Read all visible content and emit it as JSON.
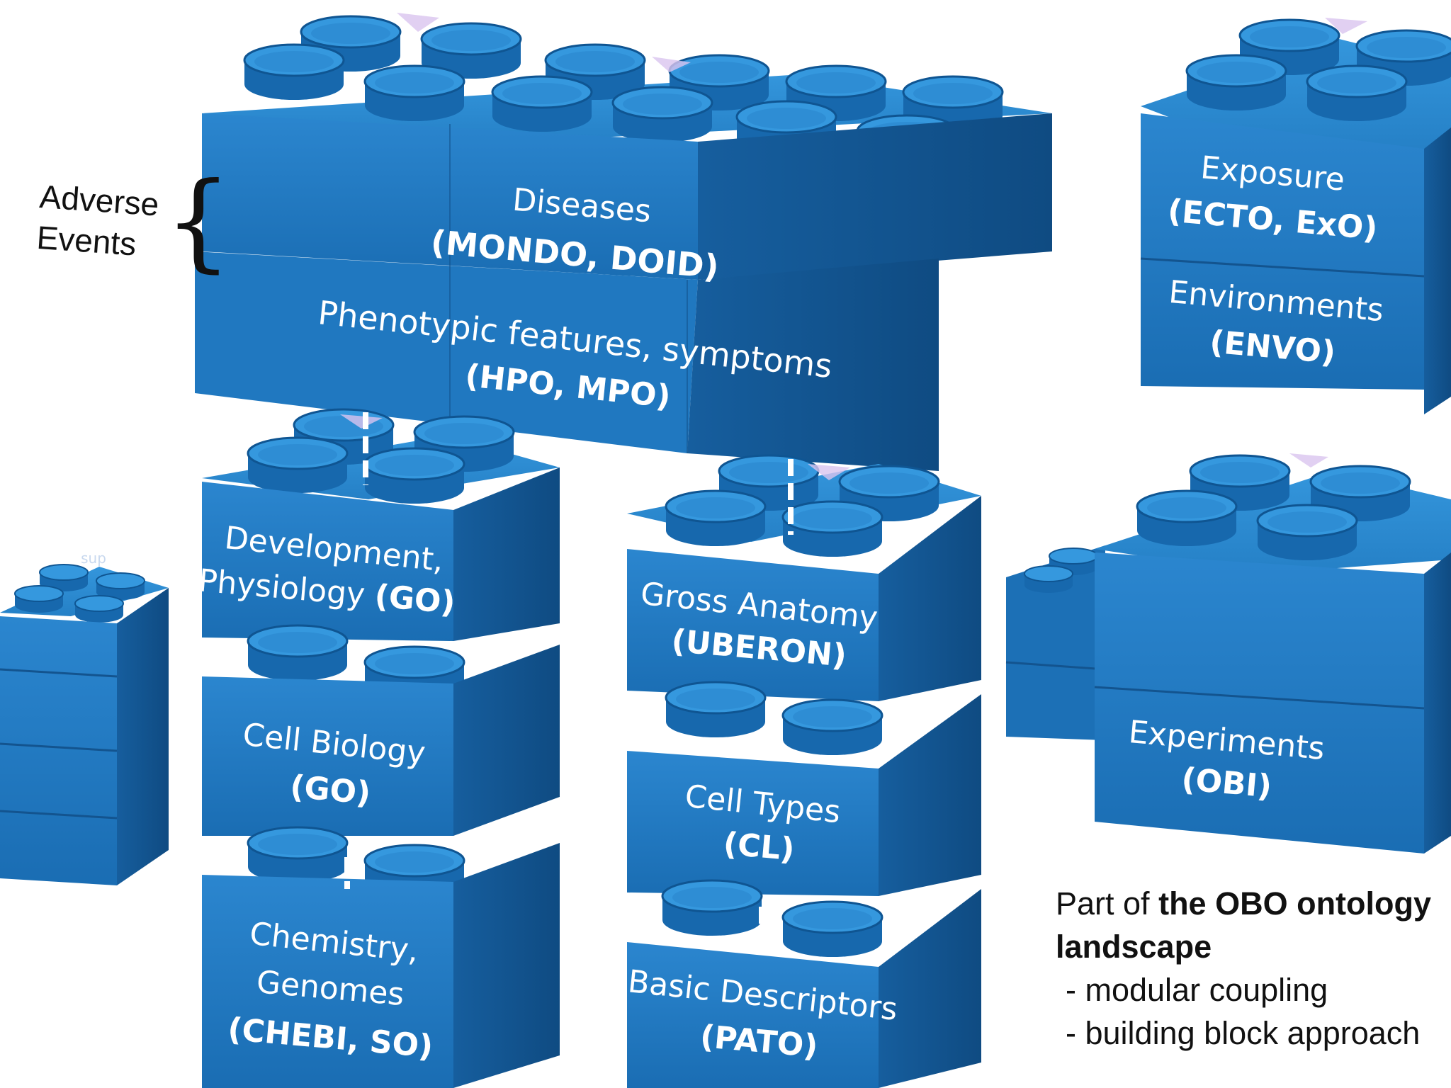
{
  "annotations": {
    "adverse_line1": "Adverse",
    "adverse_line2": "Events",
    "brace": "{"
  },
  "blocks": {
    "diseases": {
      "line1": "Diseases",
      "line2": "(MONDO, DOID)"
    },
    "phenotypes": {
      "line1": "Phenotypic features, symptoms",
      "line2": "(HPO, MPO)"
    },
    "exposure": {
      "line1": "Exposure",
      "line2": "(ECTO, ExO)"
    },
    "environments": {
      "line1": "Environments",
      "line2": "(ENVO)"
    },
    "development": {
      "line1": "Development,",
      "line2a": "Physiology ",
      "line2b": "(GO)"
    },
    "cell_biology": {
      "line1": "Cell Biology",
      "line2": "(GO)"
    },
    "chemistry": {
      "line1": "Chemistry,",
      "line2": "Genomes",
      "line3": "(CHEBI, SO)"
    },
    "gross_anatomy": {
      "line1": "Gross Anatomy",
      "line2": "(UBERON)"
    },
    "cell_types": {
      "line1": "Cell Types",
      "line2": "(CL)"
    },
    "basic_descriptors": {
      "line1": "Basic Descriptors",
      "line2": "(PATO)"
    },
    "experiments": {
      "line1": "Experiments",
      "line2": "(OBI)"
    },
    "left_stack_label": "sup"
  },
  "note": {
    "line1_prefix": "Part of ",
    "line1_bold": "the OBO ontology",
    "line2_bold": "landscape",
    "bullet1": "- modular coupling",
    "bullet2": "- building block approach"
  },
  "colors": {
    "block_front": "#1f79c2",
    "block_side": "#145995",
    "block_top": "#2a8bd4",
    "stud_top": "#2f8fd8",
    "stud_side": "#1768ad",
    "accent_purple": "#d9c4ef"
  }
}
